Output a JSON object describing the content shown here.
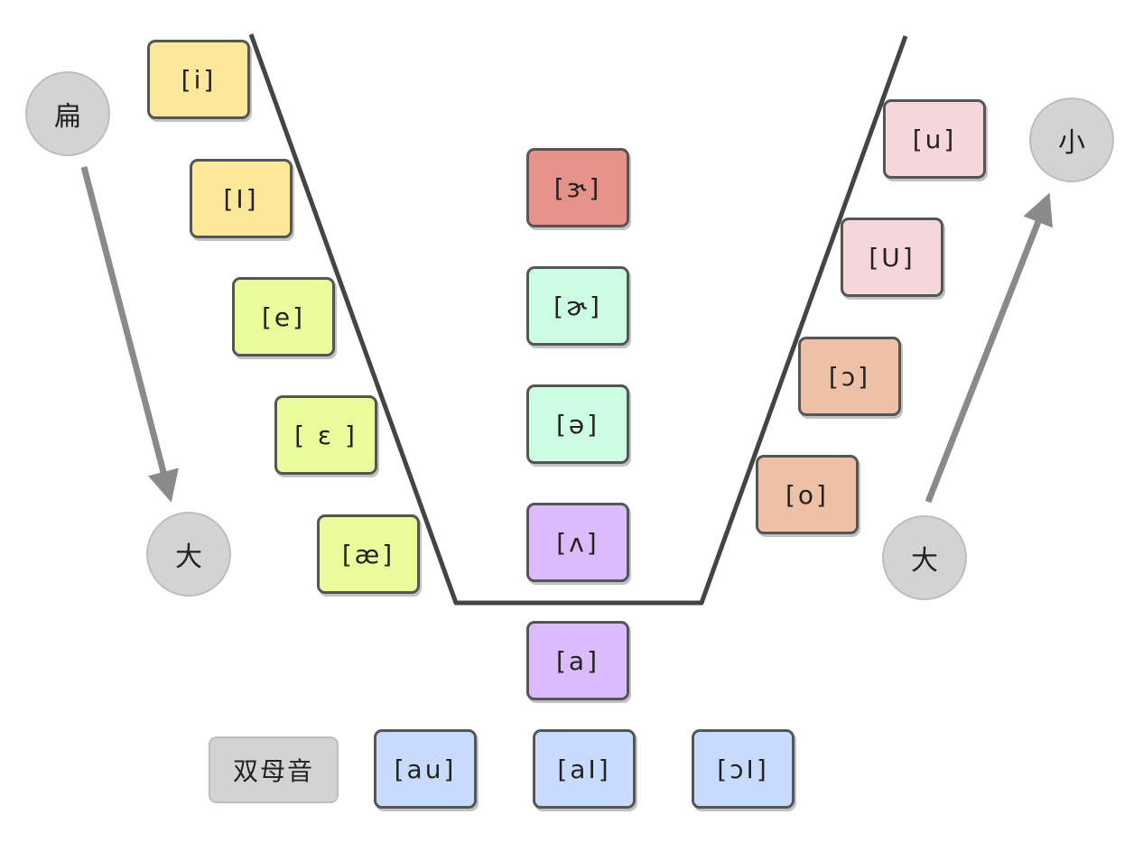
{
  "colors": {
    "yellow": "#fbe89a",
    "lime": "#eafb9c",
    "red": "#e5928b",
    "mint": "#ccfde2",
    "purple": "#dcbbfd",
    "pink": "#f5d6da",
    "orange": "#eec1a6",
    "blue": "#c7dcfd",
    "grey": "#d3d3d3",
    "stroke": "#444444"
  },
  "circles": {
    "flat": "扁",
    "big_left": "大",
    "small": "小",
    "big_right": "大"
  },
  "left_vowels": [
    "[i]",
    "[I]",
    "[e]",
    "[ ε ]",
    "[æ]"
  ],
  "center_vowels": [
    "[ɝ]",
    "[ɚ]",
    "[ə]",
    "[ʌ]",
    "[a]"
  ],
  "right_vowels": [
    "[u]",
    "[U]",
    "[ɔ]",
    "[o]"
  ],
  "diphthong_label": "双母音",
  "diphthongs": [
    "[au]",
    "[aI]",
    "[ɔI]"
  ]
}
